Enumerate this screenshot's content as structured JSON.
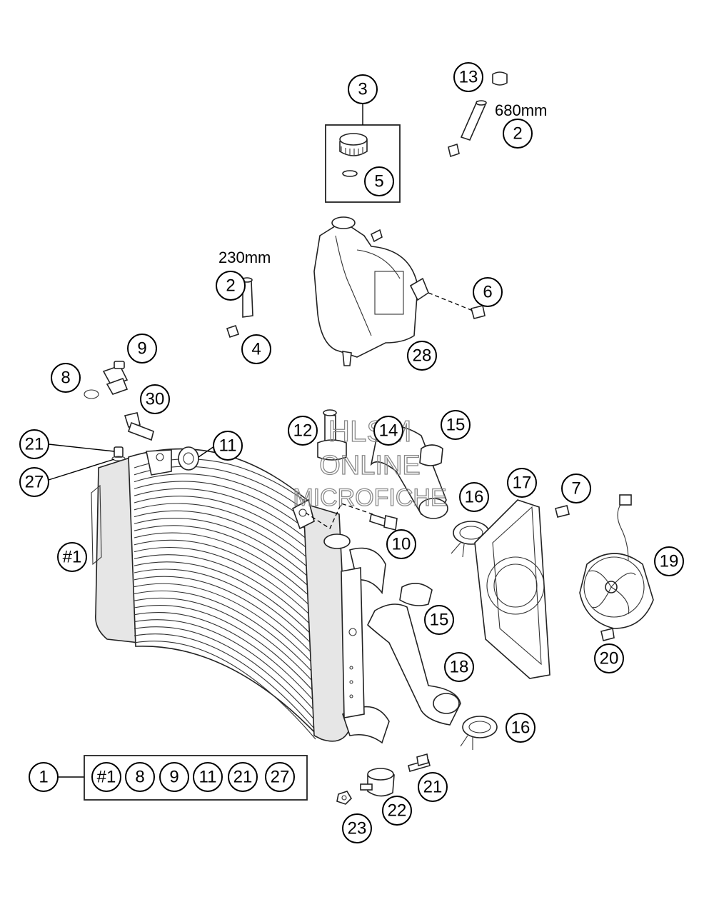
{
  "dimensions": {
    "hose_short": "230mm",
    "hose_long": "680mm"
  },
  "watermark": {
    "line1": "HLSM",
    "line2": "ONLINE",
    "line3": "MICROFICHE"
  },
  "callouts": [
    {
      "id": "c-3",
      "label": "3"
    },
    {
      "id": "c-5",
      "label": "5"
    },
    {
      "id": "c-13",
      "label": "13"
    },
    {
      "id": "c-2-top",
      "label": "2"
    },
    {
      "id": "c-2-left",
      "label": "2"
    },
    {
      "id": "c-4",
      "label": "4"
    },
    {
      "id": "c-6",
      "label": "6"
    },
    {
      "id": "c-28",
      "label": "28"
    },
    {
      "id": "c-9",
      "label": "9"
    },
    {
      "id": "c-8",
      "label": "8"
    },
    {
      "id": "c-30",
      "label": "30"
    },
    {
      "id": "c-12",
      "label": "12"
    },
    {
      "id": "c-14",
      "label": "14"
    },
    {
      "id": "c-15-top",
      "label": "15"
    },
    {
      "id": "c-21-top",
      "label": "21"
    },
    {
      "id": "c-11",
      "label": "11"
    },
    {
      "id": "c-27",
      "label": "27"
    },
    {
      "id": "c-17",
      "label": "17"
    },
    {
      "id": "c-7",
      "label": "7"
    },
    {
      "id": "c-16-top",
      "label": "16"
    },
    {
      "id": "c-10",
      "label": "10"
    },
    {
      "id": "c-hash1",
      "label": "#1"
    },
    {
      "id": "c-19",
      "label": "19"
    },
    {
      "id": "c-15-mid",
      "label": "15"
    },
    {
      "id": "c-20",
      "label": "20"
    },
    {
      "id": "c-18",
      "label": "18"
    },
    {
      "id": "c-16-bot",
      "label": "16"
    },
    {
      "id": "c-1",
      "label": "1"
    },
    {
      "id": "c-21-bot",
      "label": "21"
    },
    {
      "id": "c-22",
      "label": "22"
    },
    {
      "id": "c-23",
      "label": "23"
    }
  ],
  "kit": {
    "parent_label": "1",
    "items": [
      {
        "id": "k-hash1",
        "label": "#1"
      },
      {
        "id": "k-8",
        "label": "8"
      },
      {
        "id": "k-9",
        "label": "9"
      },
      {
        "id": "k-11",
        "label": "11"
      },
      {
        "id": "k-21",
        "label": "21"
      },
      {
        "id": "k-27",
        "label": "27"
      }
    ]
  }
}
